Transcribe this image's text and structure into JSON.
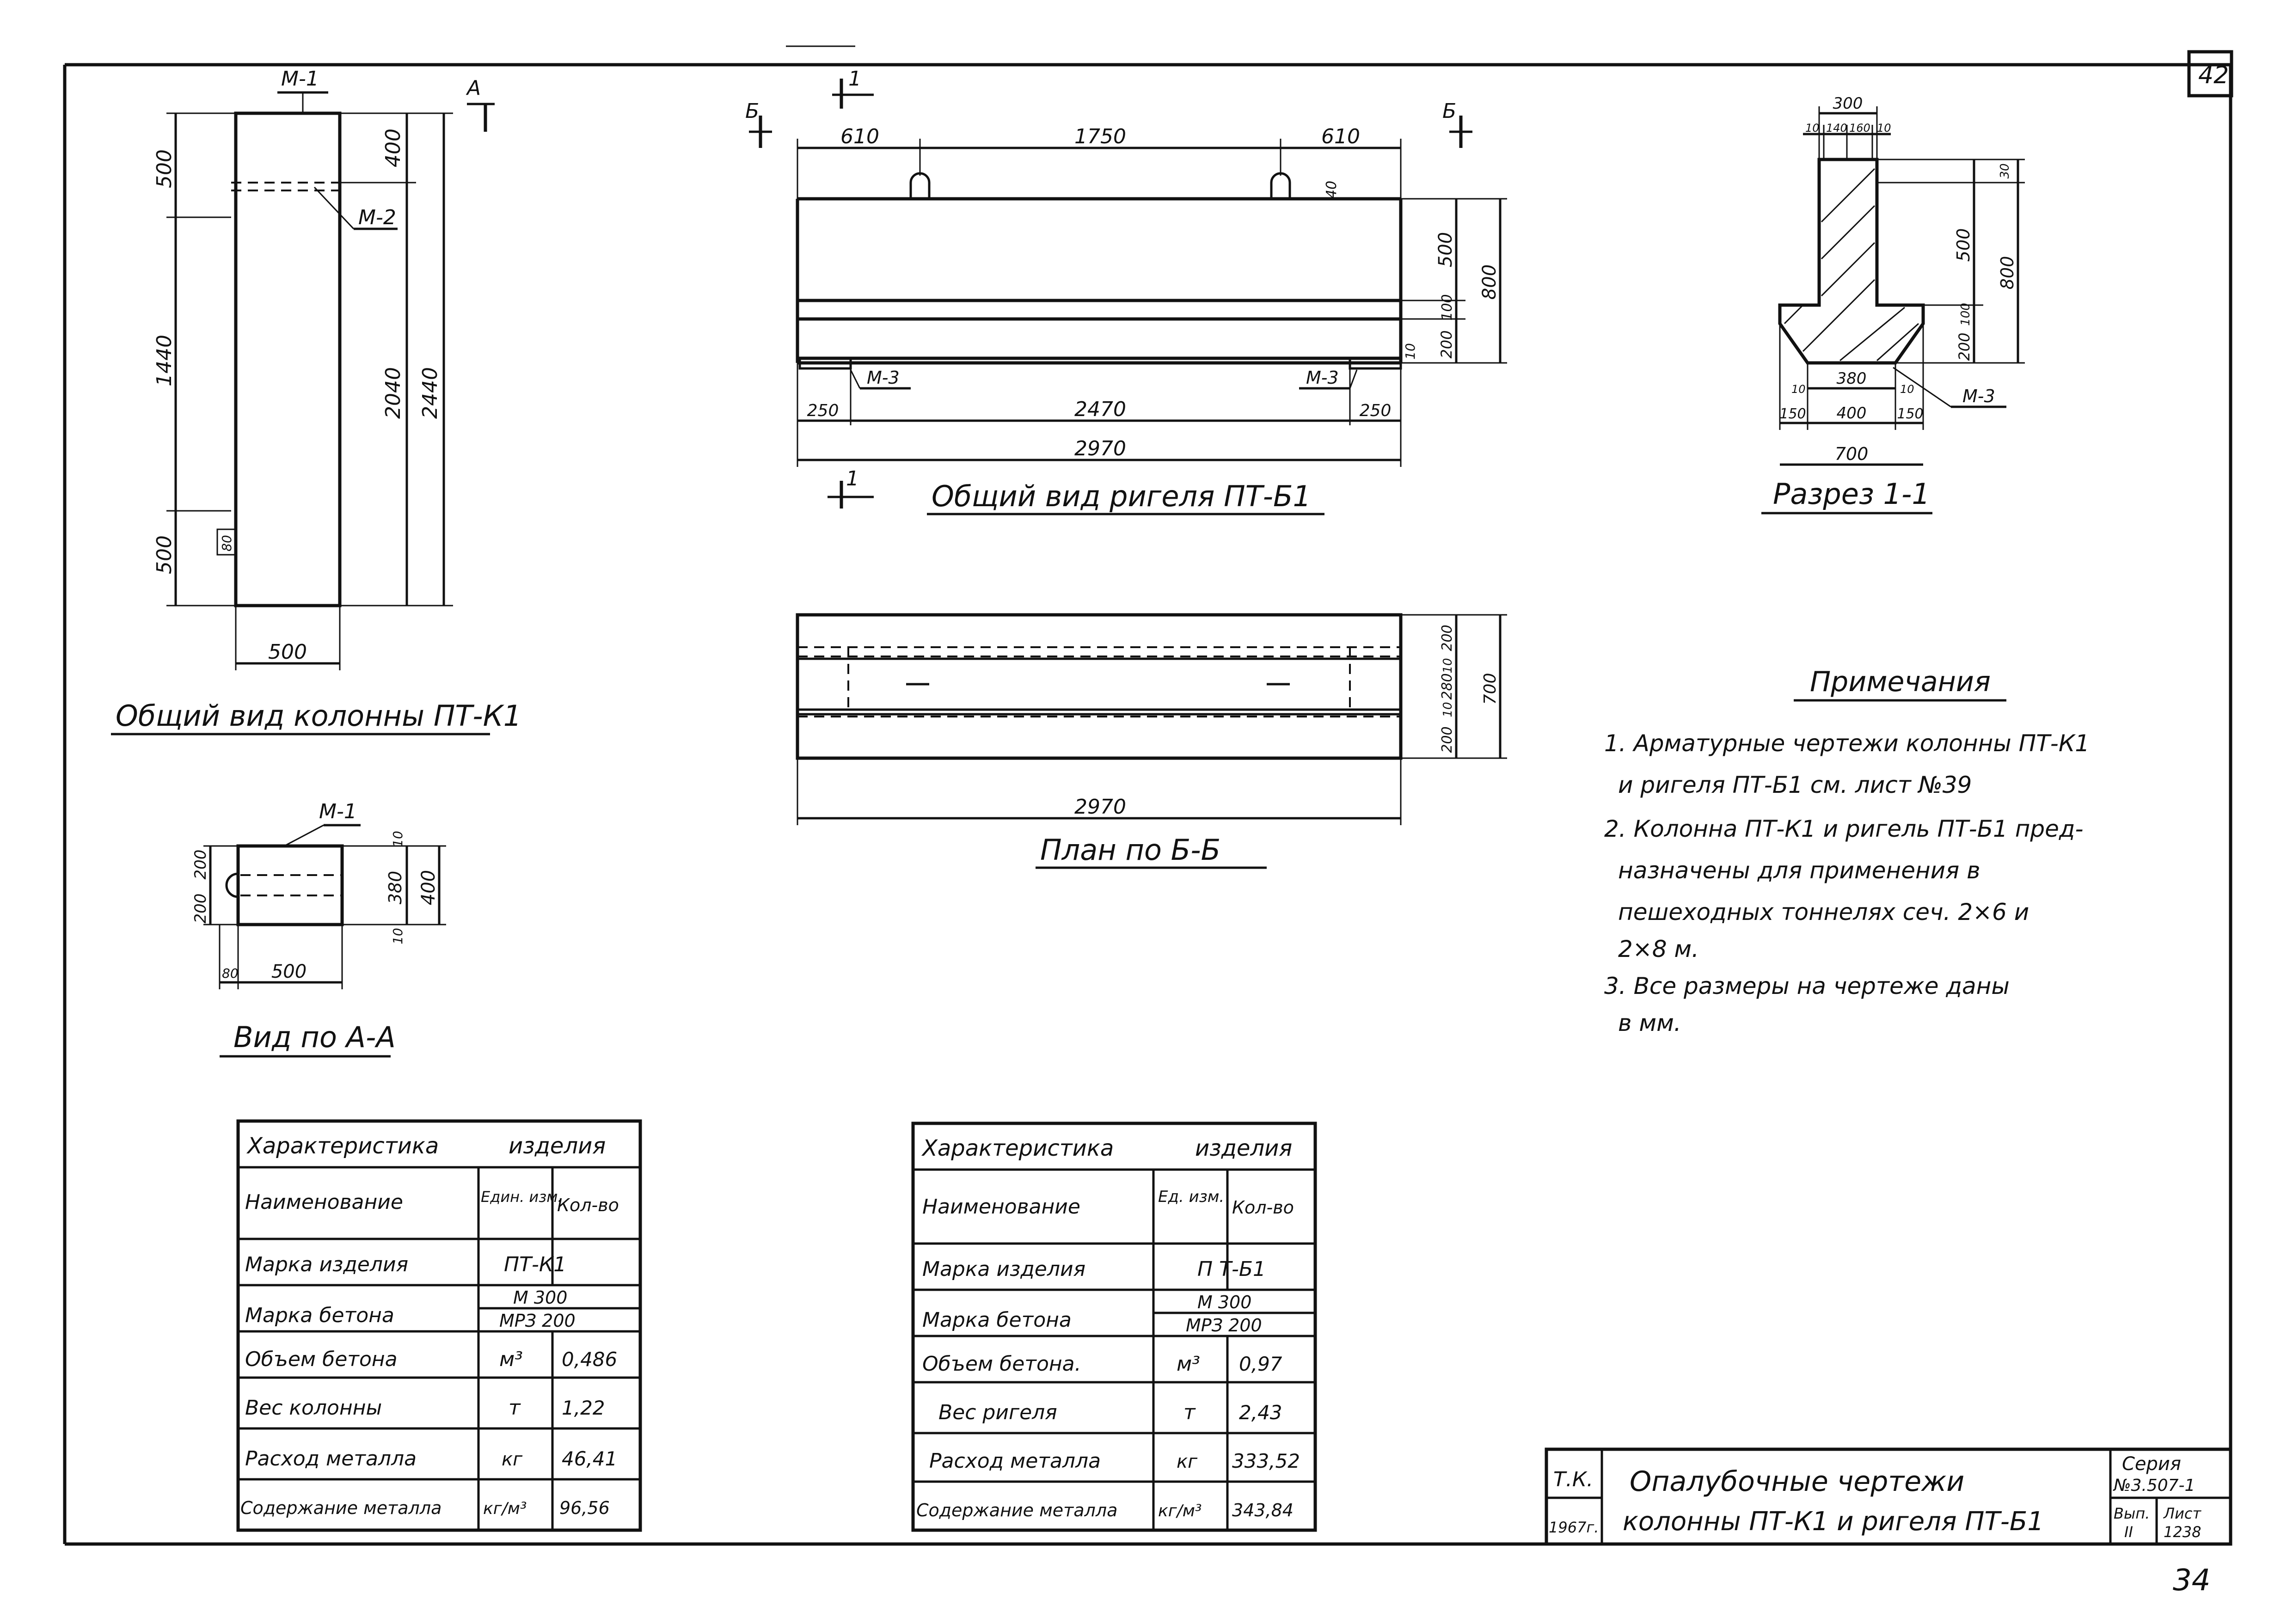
{
  "sheet": {
    "number": "42",
    "handwritten": "34",
    "top_mark": ""
  },
  "column": {
    "title": "Общий вид колонны ПТ-К1",
    "marks": {
      "m1": "М-1",
      "m2": "М-2",
      "section": "А"
    },
    "dims": {
      "d500a": "500",
      "d1440": "1440",
      "d500b": "500",
      "d80": "80",
      "d400": "400",
      "d2040": "2040",
      "d2440": "2440",
      "width": "500"
    }
  },
  "view_aa": {
    "title": "Вид по А-А",
    "mark": "М-1",
    "dims": {
      "d200a": "200",
      "d200b": "200",
      "d10a": "10",
      "d380": "380",
      "d10b": "10",
      "d400": "400",
      "d80": "80",
      "d500": "500"
    }
  },
  "beam": {
    "title": "Общий вид ригеля ПТ-Б1",
    "marks": {
      "b_left": "Б",
      "b_right": "Б",
      "s_top": "1",
      "s_bottom": "1",
      "m3_left": "М-3",
      "m3_right": "М-3"
    },
    "dims": {
      "d610a": "610",
      "d1750": "1750",
      "d610b": "610",
      "d40": "40",
      "d500": "500",
      "d800": "800",
      "d200": "200",
      "d100": "100",
      "d10": "10",
      "d250a": "250",
      "d2470": "2470",
      "d250b": "250",
      "d2970": "2970"
    }
  },
  "plan": {
    "title": "План по Б-Б",
    "dims": {
      "d200a": "200",
      "d10a": "10",
      "d280": "280",
      "d10b": "10",
      "d200b": "200",
      "d700": "700",
      "d2970": "2970"
    }
  },
  "section": {
    "title": "Разрез 1-1",
    "mark": "М-3",
    "dims": {
      "d300": "300",
      "d10a": "10",
      "d140": "140",
      "d160": "160",
      "d10b": "10",
      "d30": "30",
      "d500": "500",
      "d800": "800",
      "d100": "100",
      "d200": "200",
      "d10c": "10",
      "d380": "380",
      "d10d": "10",
      "d150a": "150",
      "d400": "400",
      "d150b": "150",
      "d700": "700"
    }
  },
  "notes": {
    "title": "Примечания",
    "lines": [
      "1. Арматурные чертежи колонны ПТ-К1",
      "и ригеля ПТ-Б1 см. лист №39",
      "2. Колонна ПТ-К1 и ригель ПТ-Б1 пред-",
      "назначены для применения в",
      "пешеходных тоннелях сеч. 2×6 и",
      "2×8 м.",
      "3. Все размеры на чертеже даны",
      "в мм."
    ]
  },
  "table1": {
    "title_a": "Характеристика",
    "title_b": "изделия",
    "headers": [
      "Наименование",
      "Един. изм.",
      "Кол-во"
    ],
    "rows": [
      {
        "name": "Марка изделия",
        "unit": "",
        "qty": "ПТ-К1"
      },
      {
        "name": "Марка бетона",
        "unit": "",
        "qty": "М 300 / МРЗ 200"
      },
      {
        "name": "Объем бетона",
        "unit": "м³",
        "qty": "0,486"
      },
      {
        "name": "Вес колонны",
        "unit": "т",
        "qty": "1,22"
      },
      {
        "name": "Расход металла",
        "unit": "кг",
        "qty": "46,41"
      },
      {
        "name": "Содержание металла",
        "unit": "кг/м³",
        "qty": "96,56"
      }
    ],
    "m300": "М 300",
    "mrz": "МРЗ 200"
  },
  "table2": {
    "title_a": "Характеристика",
    "title_b": "изделия",
    "headers": [
      "Наименование",
      "Ед. изм.",
      "Кол-во"
    ],
    "rows": [
      {
        "name": "Марка изделия",
        "unit": "",
        "qty": "П Т-Б1"
      },
      {
        "name": "Марка бетона",
        "unit": "",
        "qty": "М 300 / МРЗ 200"
      },
      {
        "name": "Объем бетона.",
        "unit": "м³",
        "qty": "0,97"
      },
      {
        "name": "Вес ригеля",
        "unit": "т",
        "qty": "2,43"
      },
      {
        "name": "Расход металла",
        "unit": "кг",
        "qty": "333,52"
      },
      {
        "name": "Содержание металла",
        "unit": "кг/м³",
        "qty": "343,84"
      }
    ],
    "m300": "М 300",
    "mrz": "МРЗ 200"
  },
  "stamp": {
    "org": "Т.К.",
    "year": "1967г.",
    "title_1": "Опалубочные чертежи",
    "title_2": "колонны ПТ-К1 и ригеля ПТ-Б1",
    "series_label": "Серия",
    "series_value": "№3.507-1",
    "issue_label": "Вып.",
    "issue_value": "II",
    "sheet_label": "Лист",
    "sheet_value": "1238"
  }
}
